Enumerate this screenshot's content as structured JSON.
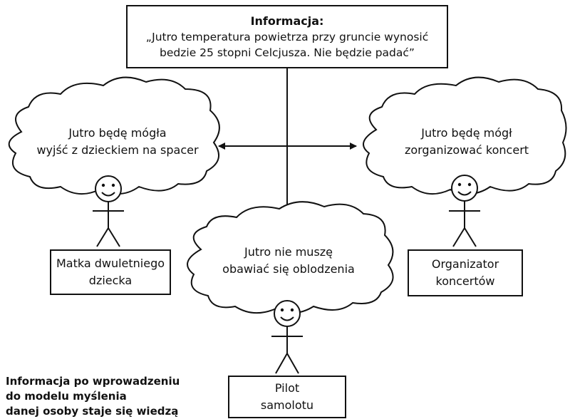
{
  "info": {
    "title": "Informacja:",
    "line1": "„Jutro temperatura powietrza przy gruncie wynosić",
    "line2": "bedzie 25 stopni Celcjusza. Nie będzie padać”"
  },
  "thoughts": {
    "left": {
      "line1": "Jutro będę mógła",
      "line2": "wyjść z dzieckiem na spacer"
    },
    "right": {
      "line1": "Jutro będę mógł",
      "line2": "zorganizować koncert"
    },
    "center": {
      "line1": "Jutro nie muszę",
      "line2": "obawiać się oblodzenia"
    }
  },
  "persons": {
    "mother": {
      "line1": "Matka dwuletniego",
      "line2": "dziecka"
    },
    "organizer": {
      "line1": "Organizator",
      "line2": "koncertów"
    },
    "pilot": {
      "line1": "Pilot",
      "line2": "samolotu"
    }
  },
  "footnote": {
    "line1": "Informacja po wprowadzeniu",
    "line2": "do modelu myślenia",
    "line3": "danej osoby staje się wiedzą"
  }
}
